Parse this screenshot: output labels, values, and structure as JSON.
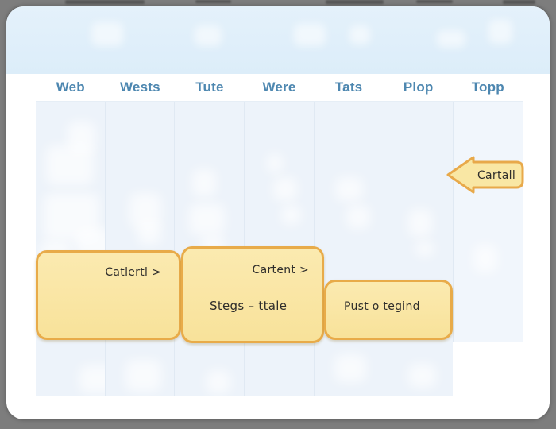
{
  "nav": {
    "tabs": [
      {
        "label": "Web"
      },
      {
        "label": "Wests"
      },
      {
        "label": "Tute"
      },
      {
        "label": "Were"
      },
      {
        "label": "Tats"
      },
      {
        "label": "Plop"
      },
      {
        "label": "Topp"
      }
    ]
  },
  "callouts": {
    "arrow": {
      "label": "Cartall"
    },
    "card_left": {
      "link_label": "Catlertl >"
    },
    "card_center": {
      "link_label": "Cartent >",
      "title": "Stegs – ttale"
    },
    "card_right": {
      "label": "Pust o tegind"
    }
  },
  "colors": {
    "accent_yellow_fill": "#f9e7a4",
    "accent_yellow_border": "#e8ab49",
    "tab_text": "#4d87b0",
    "header_band": "#ddeefa",
    "column_fill": "#edf3fa"
  }
}
